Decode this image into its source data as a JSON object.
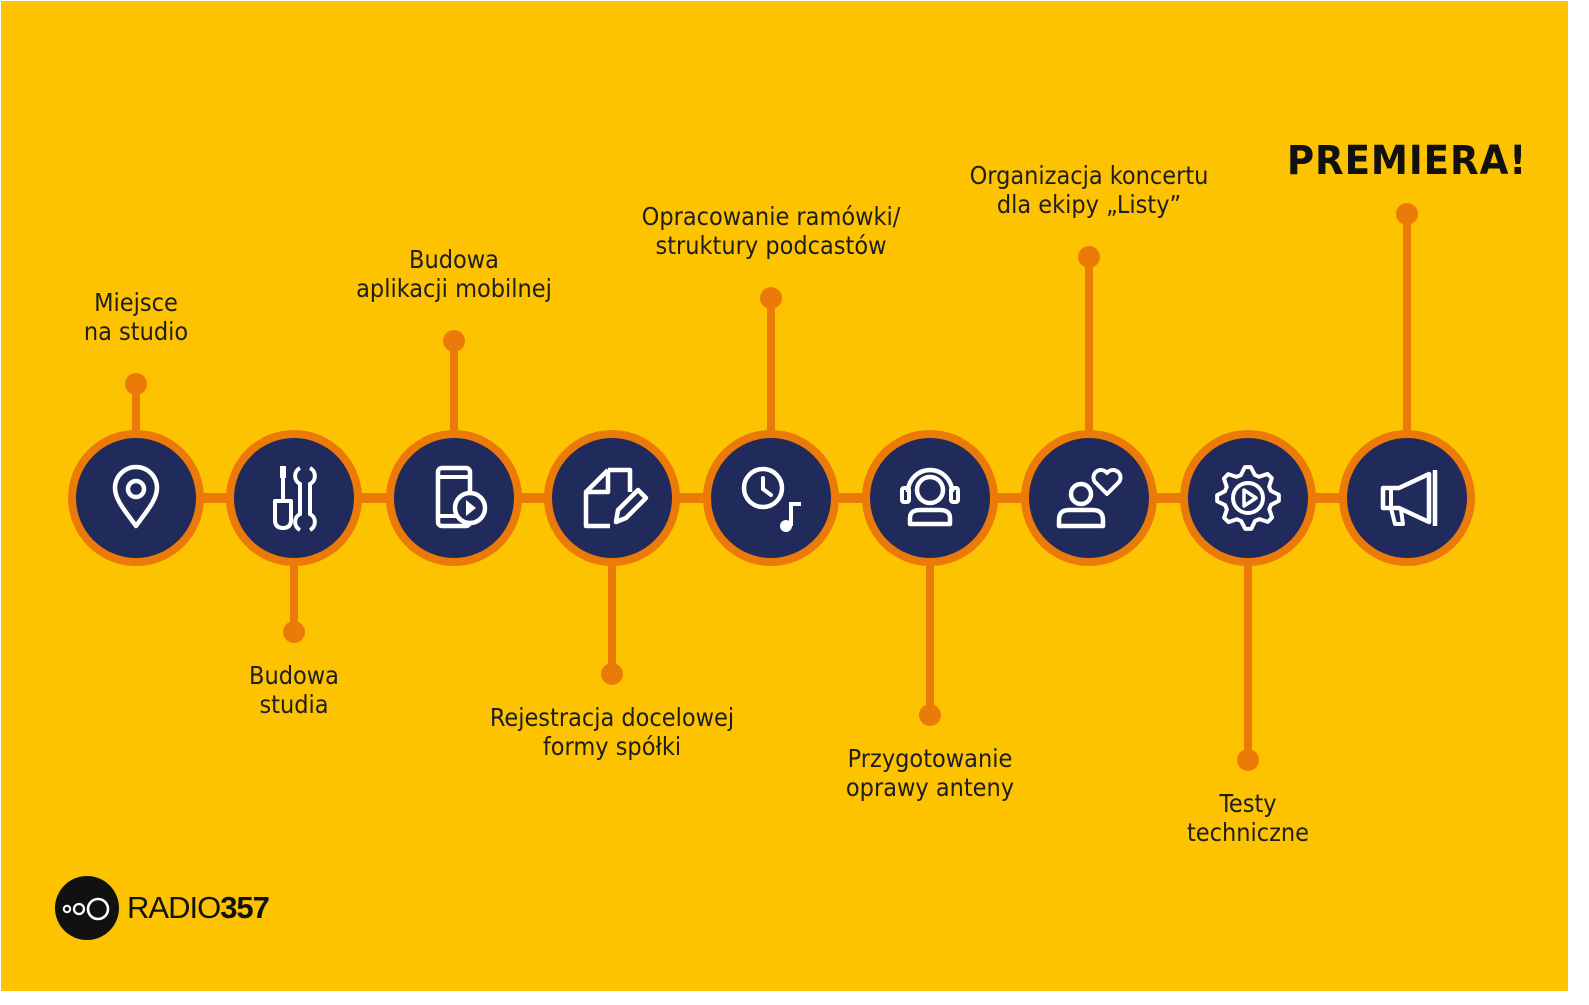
{
  "title": "PREMIERA!",
  "colors": {
    "background": "#fdc300",
    "line": "#ec7a08",
    "circle": "#202b5b",
    "icon": "#ffffff",
    "text": "#1e1e1e"
  },
  "steps": [
    {
      "label": "Miejsce\nna studio",
      "icon": "location-pin-icon"
    },
    {
      "label": "Budowa\nstudia",
      "icon": "tools-icon"
    },
    {
      "label": "Budowa\naplikacji mobilnej",
      "icon": "mobile-app-icon"
    },
    {
      "label": "Rejestracja docelowej\nformy spółki",
      "icon": "document-edit-icon"
    },
    {
      "label": "Opracowanie ramówki/\nstruktury podcastów",
      "icon": "clock-music-icon"
    },
    {
      "label": "Przygotowanie\noprawy anteny",
      "icon": "headset-operator-icon"
    },
    {
      "label": "Organizacja koncertu\ndla ekipy „Listy”",
      "icon": "user-heart-icon"
    },
    {
      "label": "Testy\ntechniczne",
      "icon": "gear-play-icon"
    },
    {
      "label": "",
      "icon": "megaphone-icon"
    }
  ],
  "logo": {
    "prefix": "RADIO",
    "number": "357"
  }
}
